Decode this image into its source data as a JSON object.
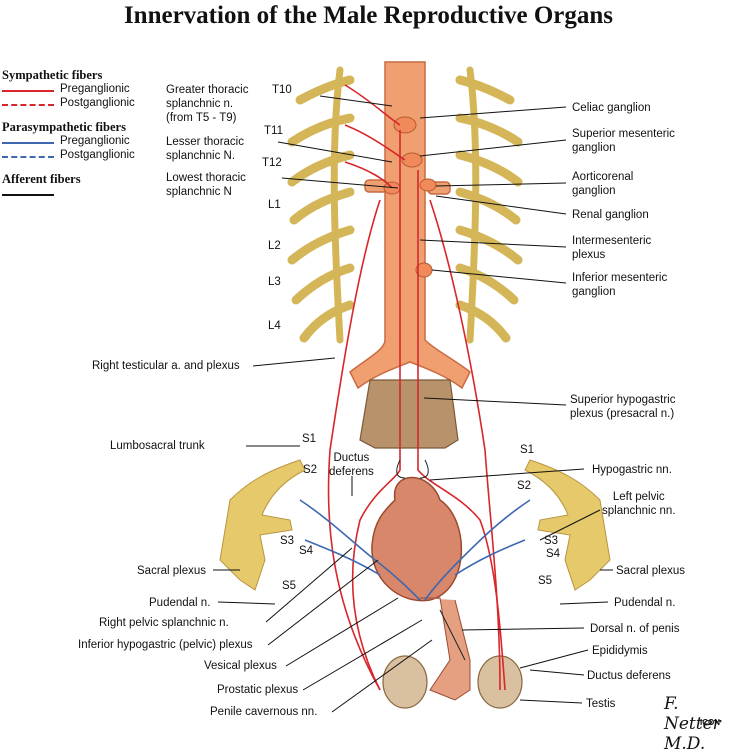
{
  "title": "Innervation of the Male Reproductive Organs",
  "legend": {
    "sympathetic": "Sympathetic fibers",
    "sym_pre": "Preganglionic",
    "sym_post": "Postganglionic",
    "parasympathetic": "Parasympathetic fibers",
    "para_pre": "Preganglionic",
    "para_post": "Postganglionic",
    "afferent": "Afferent fibers"
  },
  "levels": [
    "T10",
    "T11",
    "T12",
    "L1",
    "L2",
    "L3",
    "L4"
  ],
  "sacral": {
    "s1": "S1",
    "s2": "S2",
    "s3": "S3",
    "s4": "S4",
    "s5": "S5"
  },
  "labels_left": {
    "greater": "Greater thoracic\nsplanchnic n.\n(from T5 - T9)",
    "lesser": "Lesser thoracic\nsplanchnic N.",
    "lowest": "Lowest thoracic\nsplanchnic N",
    "testicular": "Right testicular a. and plexus",
    "lumbosacral": "Lumbosacral trunk",
    "ductus": "Ductus\ndeferens",
    "sacral_plexus": "Sacral plexus",
    "pudendal": "Pudendal n.",
    "right_pelvic": "Right pelvic splanchnic n.",
    "inferior_hypo": "Inferior hypogastric (pelvic) plexus",
    "vesical": "Vesical plexus",
    "prostatic": "Prostatic plexus",
    "penile": "Penile cavernous nn."
  },
  "labels_right": {
    "celiac": "Celiac ganglion",
    "sup_mes": "Superior mesenteric\nganglion",
    "aorticorenal": "Aorticorenal\nganglion",
    "renal": "Renal ganglion",
    "intermes": "Intermesenteric\nplexus",
    "inf_mes": "Inferior mesenteric\nganglion",
    "sup_hypo": "Superior hypogastric\nplexus (presacral n.)",
    "hypogastric": "Hypogastric nn.",
    "left_pelvic": "Left pelvic\nsplanchnic nn.",
    "sacral_plexus": "Sacral plexus",
    "pudendal": "Pudendal n.",
    "dorsal": "Dorsal n. of penis",
    "epididymis": "Epididymis",
    "ductus": "Ductus deferens",
    "testis": "Testis"
  },
  "signature": "F. Netter M.D.",
  "logo": "ICON",
  "colors": {
    "sympathetic": "#d8262b",
    "parasympathetic": "#3f68b0",
    "afferent": "#111111",
    "bone": "#d9c06a",
    "aorta": "#f0a070",
    "bladder": "#d8876a"
  }
}
